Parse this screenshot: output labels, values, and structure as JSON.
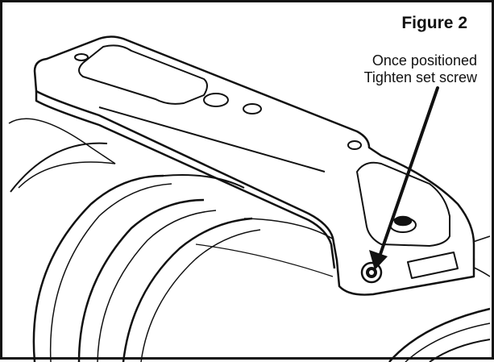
{
  "figure": {
    "title": "Figure 2",
    "callout": {
      "line1": "Once positioned",
      "line2": "Tighten set screw"
    }
  },
  "parts": [
    "mounting-bracket",
    "set-screw",
    "lens-barrel"
  ]
}
